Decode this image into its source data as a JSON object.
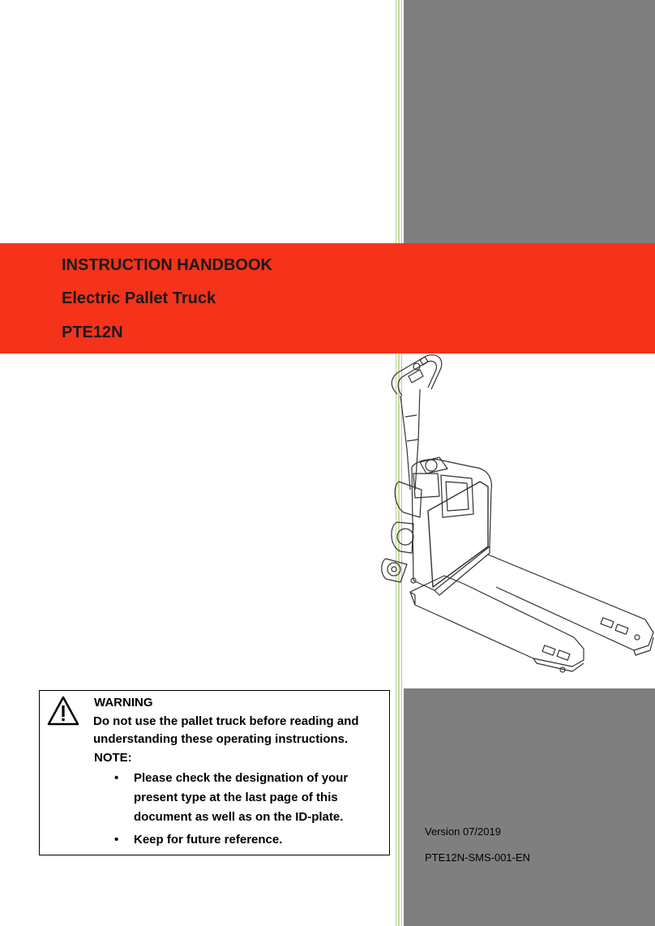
{
  "header": {
    "title": "INSTRUCTION HANDBOOK",
    "subtitle": "Electric Pallet Truck",
    "model": "PTE12N"
  },
  "illustration": {
    "icon": "pallet-truck-illustration",
    "brand_color": "#f5321a",
    "panel_color": "#7f7f7f"
  },
  "warning": {
    "icon": "warning-triangle-icon",
    "title": "WARNING",
    "text_line1": "Do not use the pallet truck before reading and",
    "text_line2": "understanding these operating instructions.",
    "note_label": "NOTE:",
    "items": [
      {
        "line1": "Please check the designation of your",
        "line2": "present type at the last page of this",
        "line3": "document as well as on the ID-plate."
      },
      {
        "line1": "Keep for future reference."
      }
    ]
  },
  "footer": {
    "version": "Version 07/2019",
    "doc_id": "PTE12N-SMS-001-EN"
  }
}
